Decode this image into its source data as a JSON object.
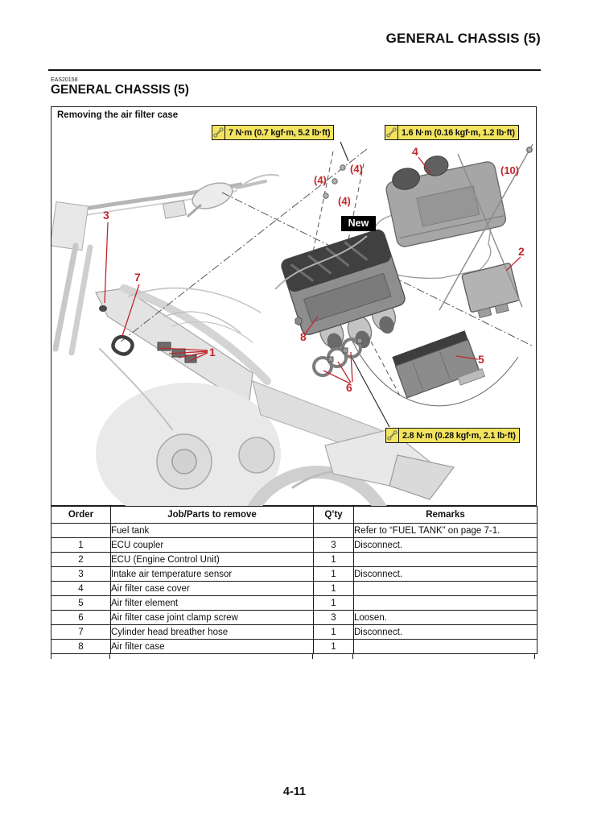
{
  "page": {
    "header_title": "GENERAL CHASSIS (5)",
    "eas_code": "EAS20158",
    "section_title": "GENERAL CHASSIS (5)",
    "page_number": "4-11"
  },
  "figure": {
    "title": "Removing the air filter case",
    "new_label": "New",
    "torque_labels": [
      {
        "icon": "wrench-icon",
        "text": "7 N·m (0.7 kgf·m, 5.2 lb·ft)"
      },
      {
        "icon": "wrench-icon",
        "text": "1.6 N·m (0.16 kgf·m, 1.2 lb·ft)"
      },
      {
        "icon": "wrench-icon",
        "text": "2.8 N·m (0.28 kgf·m, 2.1 lb·ft)"
      }
    ],
    "callouts": {
      "c1": "1",
      "c2": "2",
      "c3": "3",
      "c4": "4",
      "c5": "5",
      "c6": "6",
      "c7": "7",
      "c8": "8",
      "q4a": "(4)",
      "q4b": "(4)",
      "q4c": "(4)",
      "q10": "(10)"
    },
    "colors": {
      "callout_red": "#c1272d",
      "torque_yellow": "#f3e45f"
    }
  },
  "table": {
    "headers": [
      "Order",
      "Job/Parts to remove",
      "Q’ty",
      "Remarks"
    ],
    "rows": [
      {
        "order": "",
        "job": "Fuel tank",
        "qty": "",
        "remarks": "Refer to “FUEL TANK” on page 7-1."
      },
      {
        "order": "1",
        "job": "ECU coupler",
        "qty": "3",
        "remarks": "Disconnect."
      },
      {
        "order": "2",
        "job": "ECU (Engine Control Unit)",
        "qty": "1",
        "remarks": ""
      },
      {
        "order": "3",
        "job": "Intake air temperature sensor",
        "qty": "1",
        "remarks": "Disconnect."
      },
      {
        "order": "4",
        "job": "Air filter case cover",
        "qty": "1",
        "remarks": ""
      },
      {
        "order": "5",
        "job": "Air filter element",
        "qty": "1",
        "remarks": ""
      },
      {
        "order": "6",
        "job": "Air filter case joint clamp screw",
        "qty": "3",
        "remarks": "Loosen."
      },
      {
        "order": "7",
        "job": "Cylinder head breather hose",
        "qty": "1",
        "remarks": "Disconnect."
      },
      {
        "order": "8",
        "job": "Air filter case",
        "qty": "1",
        "remarks": ""
      }
    ]
  }
}
